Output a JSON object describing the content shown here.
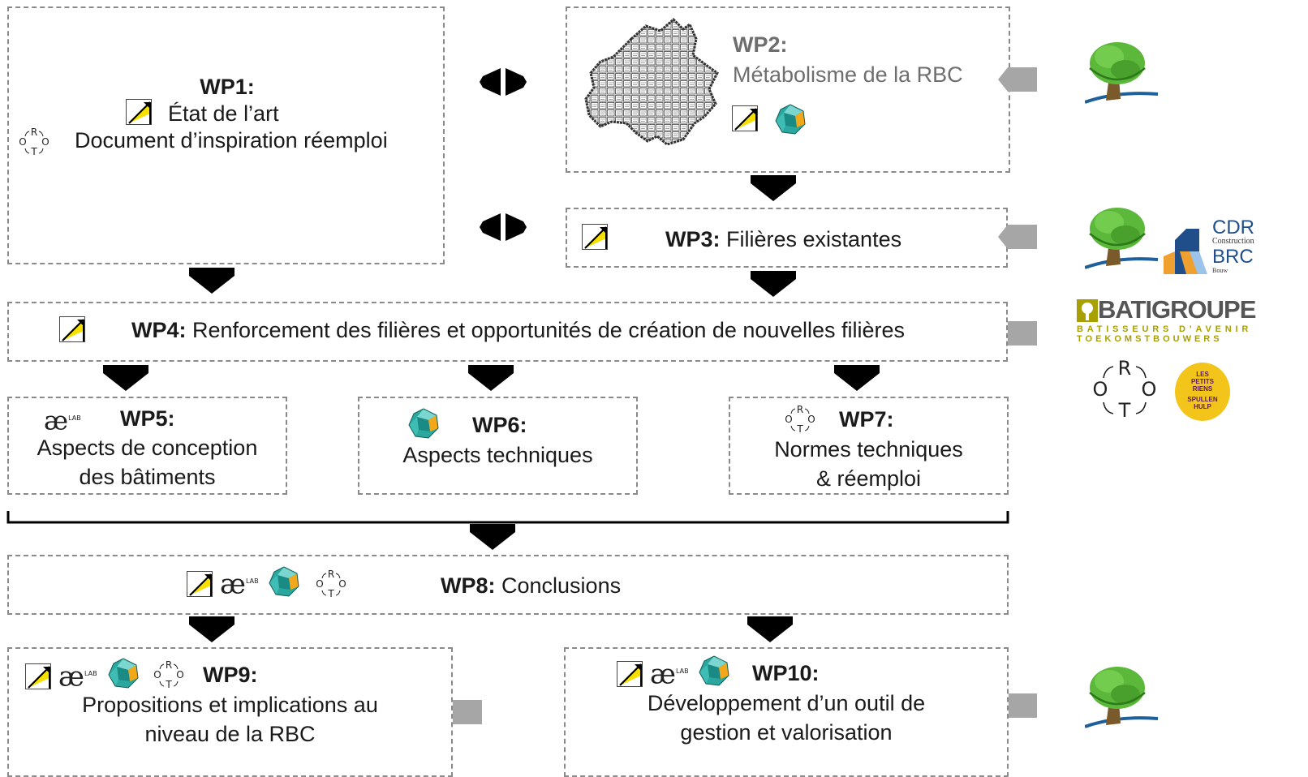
{
  "wp1": {
    "id": "WP1:",
    "line1": "État de l’art",
    "line2": "Document d’inspiration réemploi"
  },
  "wp2": {
    "id": "WP2:",
    "title": "Métabolisme de la RBC"
  },
  "wp3": {
    "id": "WP3:",
    "title": "Filières existantes"
  },
  "wp4": {
    "id": "WP4:",
    "title": "Renforcement des filières et opportunités de création de nouvelles filières"
  },
  "wp5": {
    "id": "WP5:",
    "line1": "Aspects de conception",
    "line2": "des bâtiments"
  },
  "wp6": {
    "id": "WP6:",
    "line1": "Aspects techniques"
  },
  "wp7": {
    "id": "WP7:",
    "line1": "Normes techniques",
    "line2": "& réemploi"
  },
  "wp8": {
    "id": "WP8:",
    "title": "Conclusions"
  },
  "wp9": {
    "id": "WP9:",
    "line1": "Propositions et implications au",
    "line2": "niveau de la RBC"
  },
  "wp10": {
    "id": "WP10:",
    "line1": "Développement d’un outil de",
    "line2": "gestion et valorisation"
  },
  "logos": {
    "cdr": {
      "line1": "CDR",
      "line2": "Construction",
      "line3": "BRC",
      "line4": "Bouw"
    },
    "batigroupe": {
      "name": "BATIGROUPE",
      "tag1": "BATISSEURS D’AVENIR",
      "tag2": "TOEKOMSTBOUWERS"
    },
    "rotor": {
      "r": "R",
      "o1": "O",
      "o2": "O",
      "t": "T"
    },
    "petits_riens": {
      "l1": "LES",
      "l2": "PETITS",
      "l3": "RIENS",
      "l4": "SPULLEN",
      "l5": "HULP"
    },
    "ae_lab": {
      "mark": "æ",
      "sub": "LAB"
    }
  },
  "colors": {
    "arrow": "#000000",
    "feed_arrow": "#a6a6a6",
    "border": "#8a8a8a",
    "tree_green": "#5cb83a",
    "cdr_blue": "#1f4e8a",
    "cdr_orange": "#f0a030",
    "bati_olive": "#a8a000",
    "riens_yellow": "#f3c41a"
  },
  "icons": [
    "architect-square-icon",
    "teal-polyhedron-icon",
    "ae-lab-icon",
    "rotor-icon",
    "tree-logo",
    "brussels-map"
  ]
}
